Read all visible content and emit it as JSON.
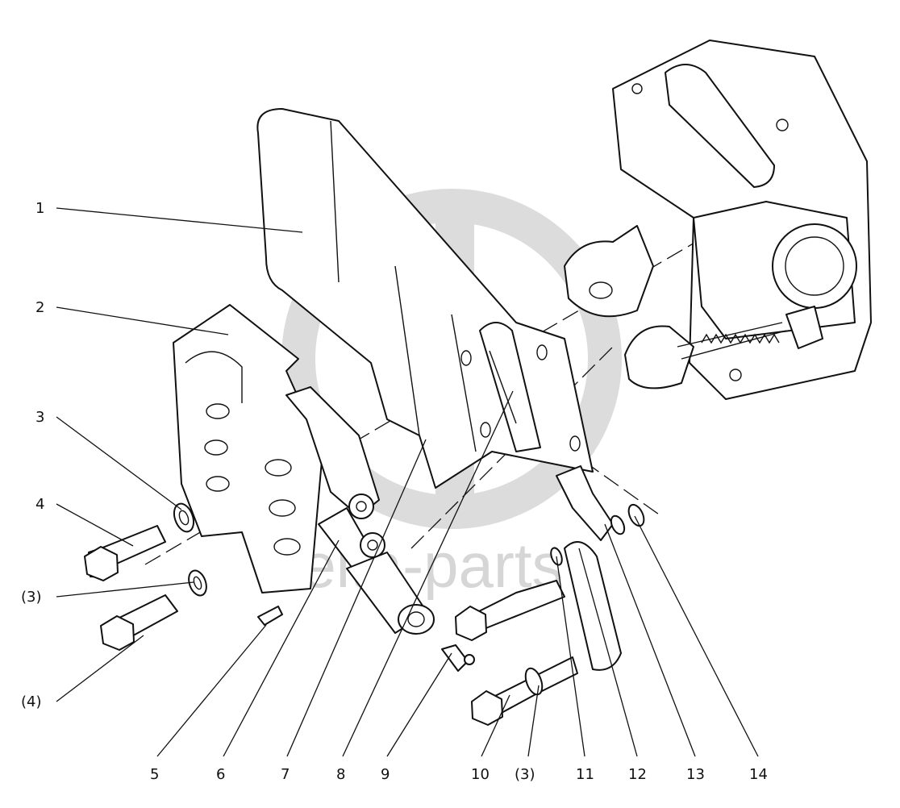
{
  "watermark": {
    "brand": "delta-parts"
  },
  "callouts": [
    {
      "id": "c1",
      "text": "1"
    },
    {
      "id": "c2",
      "text": "2"
    },
    {
      "id": "c3",
      "text": "3"
    },
    {
      "id": "c4",
      "text": "4"
    },
    {
      "id": "c3b",
      "text": "(3)"
    },
    {
      "id": "c4b",
      "text": "(4)"
    },
    {
      "id": "c5",
      "text": "5"
    },
    {
      "id": "c6",
      "text": "6"
    },
    {
      "id": "c7",
      "text": "7"
    },
    {
      "id": "c8",
      "text": "8"
    },
    {
      "id": "c9",
      "text": "9"
    },
    {
      "id": "c10",
      "text": "10"
    },
    {
      "id": "c3c",
      "text": "(3)"
    },
    {
      "id": "c11",
      "text": "11"
    },
    {
      "id": "c12",
      "text": "12"
    },
    {
      "id": "c13",
      "text": "13"
    },
    {
      "id": "c14",
      "text": "14"
    }
  ],
  "colors": {
    "line": "#111111",
    "watermark": "#d6d6d6",
    "background": "#ffffff"
  }
}
